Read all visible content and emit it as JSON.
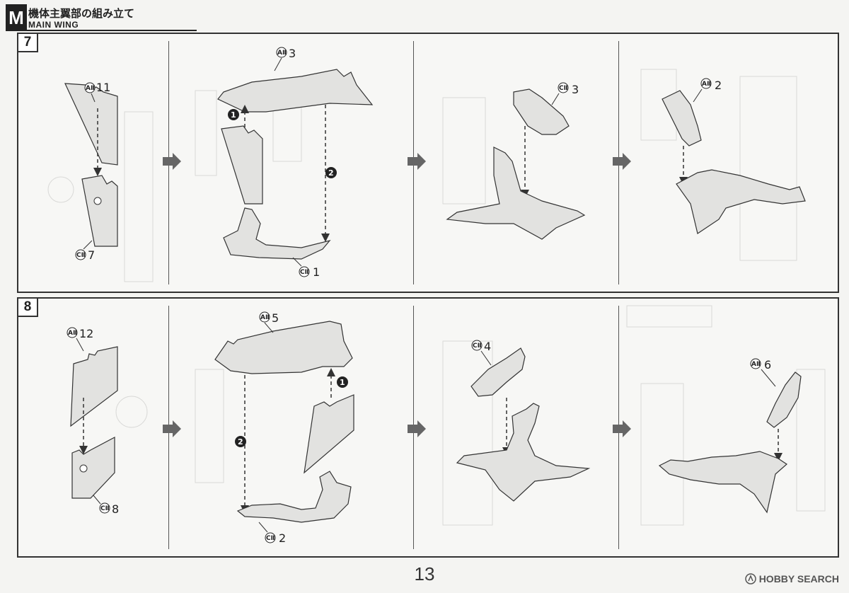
{
  "header": {
    "letter": "M",
    "title_jp": "機体主翼部の組み立て",
    "title_en": "MAIN WING"
  },
  "steps": [
    {
      "number": "7",
      "stages": [
        {
          "parts": [
            {
              "badge": "AⅡ",
              "num": "11"
            },
            {
              "badge": "CⅡ",
              "num": "7"
            }
          ]
        },
        {
          "parts": [
            {
              "badge": "AⅡ",
              "num": "3"
            },
            {
              "badge": "CⅡ",
              "num": "1"
            }
          ],
          "order": [
            "1",
            "2"
          ]
        },
        {
          "parts": [
            {
              "badge": "CⅡ",
              "num": "3"
            }
          ]
        },
        {
          "parts": [
            {
              "badge": "AⅡ",
              "num": "2"
            }
          ]
        }
      ]
    },
    {
      "number": "8",
      "stages": [
        {
          "parts": [
            {
              "badge": "AⅡ",
              "num": "12"
            },
            {
              "badge": "CⅡ",
              "num": "8"
            }
          ]
        },
        {
          "parts": [
            {
              "badge": "AⅡ",
              "num": "5"
            },
            {
              "badge": "CⅡ",
              "num": "2"
            }
          ],
          "order": [
            "1",
            "2"
          ]
        },
        {
          "parts": [
            {
              "badge": "CⅡ",
              "num": "4"
            }
          ]
        },
        {
          "parts": [
            {
              "badge": "AⅡ",
              "num": "6"
            }
          ]
        }
      ]
    }
  ],
  "page_number": "13",
  "watermark": "HOBBY SEARCH",
  "colors": {
    "part_fill": "#e2e2e0",
    "line": "#333333",
    "arrow": "#666666"
  }
}
